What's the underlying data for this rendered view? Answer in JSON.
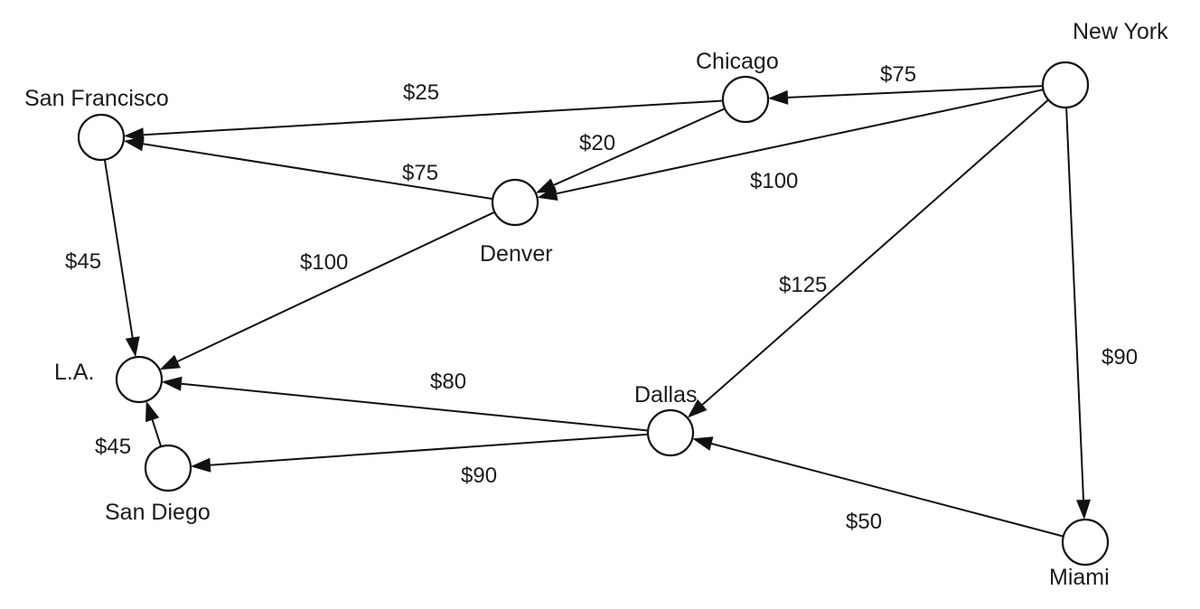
{
  "nodes": [
    {
      "id": "new-york",
      "label": "New York"
    },
    {
      "id": "chicago",
      "label": "Chicago"
    },
    {
      "id": "san-francisco",
      "label": "San Francisco"
    },
    {
      "id": "denver",
      "label": "Denver"
    },
    {
      "id": "la",
      "label": "L.A."
    },
    {
      "id": "dallas",
      "label": "Dallas"
    },
    {
      "id": "san-diego",
      "label": "San Diego"
    },
    {
      "id": "miami",
      "label": "Miami"
    }
  ],
  "edges": [
    {
      "id": "ny-chicago",
      "from": "new-york",
      "to": "chicago",
      "cost": "$75"
    },
    {
      "id": "chicago-sf",
      "from": "chicago",
      "to": "san-francisco",
      "cost": "$25"
    },
    {
      "id": "chicago-denver",
      "from": "chicago",
      "to": "denver",
      "cost": "$20"
    },
    {
      "id": "ny-denver",
      "from": "new-york",
      "to": "denver",
      "cost": "$100"
    },
    {
      "id": "denver-sf",
      "from": "denver",
      "to": "san-francisco",
      "cost": "$75"
    },
    {
      "id": "sf-la",
      "from": "san-francisco",
      "to": "la",
      "cost": "$45"
    },
    {
      "id": "denver-la",
      "from": "denver",
      "to": "la",
      "cost": "$100"
    },
    {
      "id": "ny-dallas",
      "from": "new-york",
      "to": "dallas",
      "cost": "$125"
    },
    {
      "id": "ny-miami",
      "from": "new-york",
      "to": "miami",
      "cost": "$90"
    },
    {
      "id": "dallas-la",
      "from": "dallas",
      "to": "la",
      "cost": "$80"
    },
    {
      "id": "dallas-sandiego",
      "from": "dallas",
      "to": "san-diego",
      "cost": "$90"
    },
    {
      "id": "sandiego-la",
      "from": "san-diego",
      "to": "la",
      "cost": "$45"
    },
    {
      "id": "miami-dallas",
      "from": "miami",
      "to": "dallas",
      "cost": "$50"
    }
  ]
}
